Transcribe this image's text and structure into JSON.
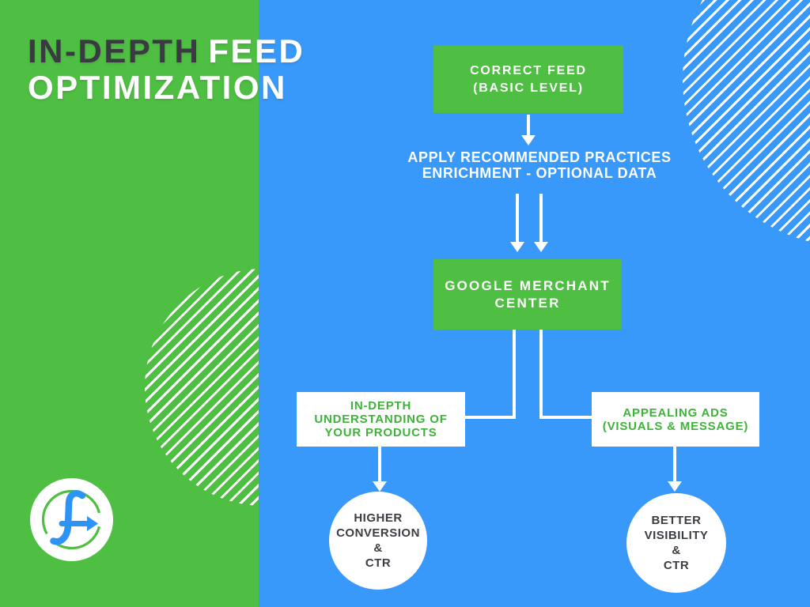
{
  "palette": {
    "green": "#4FBF43",
    "blue": "#3899FA",
    "dark": "#383B40",
    "white": "#FFFFFF",
    "node_text_green": "#3FB23A",
    "logo_blue": "#2D94F5"
  },
  "title": {
    "dark_part": "IN-DEPTH",
    "light_part": "FEED",
    "line2": "OPTIMIZATION"
  },
  "nodes": {
    "correct_feed": {
      "lines": [
        "CORRECT FEED",
        "(BASIC LEVEL)"
      ]
    },
    "apply_practices": {
      "lines": [
        "APPLY RECOMMENDED PRACTICES",
        "ENRICHMENT - OPTIONAL DATA"
      ]
    },
    "google_merchant_center": {
      "lines": [
        "GOOGLE MERCHANT",
        "CENTER"
      ]
    },
    "understanding": {
      "lines": [
        "IN-DEPTH",
        "UNDERSTANDING OF",
        "YOUR PRODUCTS"
      ]
    },
    "appealing_ads": {
      "lines": [
        "APPEALING ADS",
        "(VISUALS & MESSAGE)"
      ]
    },
    "higher_conversion": {
      "lines": [
        "HIGHER",
        "CONVERSION",
        "&",
        "CTR"
      ]
    },
    "better_visibility": {
      "lines": [
        "BETTER",
        "VISIBILITY",
        "&",
        "CTR"
      ]
    }
  },
  "logo": {
    "icon": "feed-arrow-logo"
  }
}
